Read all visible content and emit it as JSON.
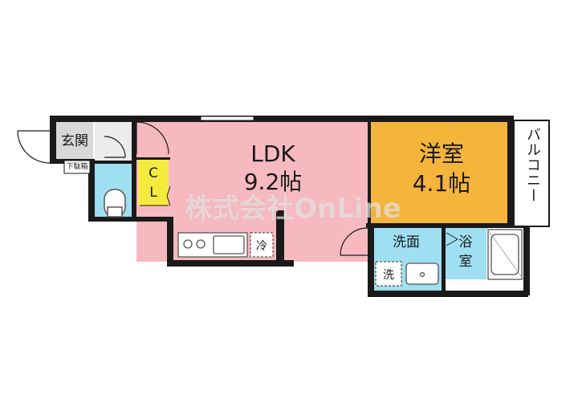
{
  "rooms": {
    "ldk": {
      "name": "LDK",
      "size": "9.2帖",
      "color": "#f7b9c0"
    },
    "western": {
      "name": "洋室",
      "size": "4.1帖",
      "color": "#f5b43a"
    },
    "balcony": {
      "name": "バルコニー"
    },
    "entrance": {
      "name": "玄関",
      "shoe_box": "下駄箱"
    },
    "closet": {
      "name_line1": "C",
      "name_line2": "L",
      "color": "#f5eb3c"
    },
    "washroom": {
      "name": "洗面",
      "color": "#9fdff2"
    },
    "bath": {
      "name": "浴室",
      "color": "#9fdff2"
    },
    "toilet": {
      "color": "#9fdff2"
    }
  },
  "fixtures": {
    "fridge": "冷",
    "washer": "洗"
  },
  "watermark": "株式会社OnLine"
}
